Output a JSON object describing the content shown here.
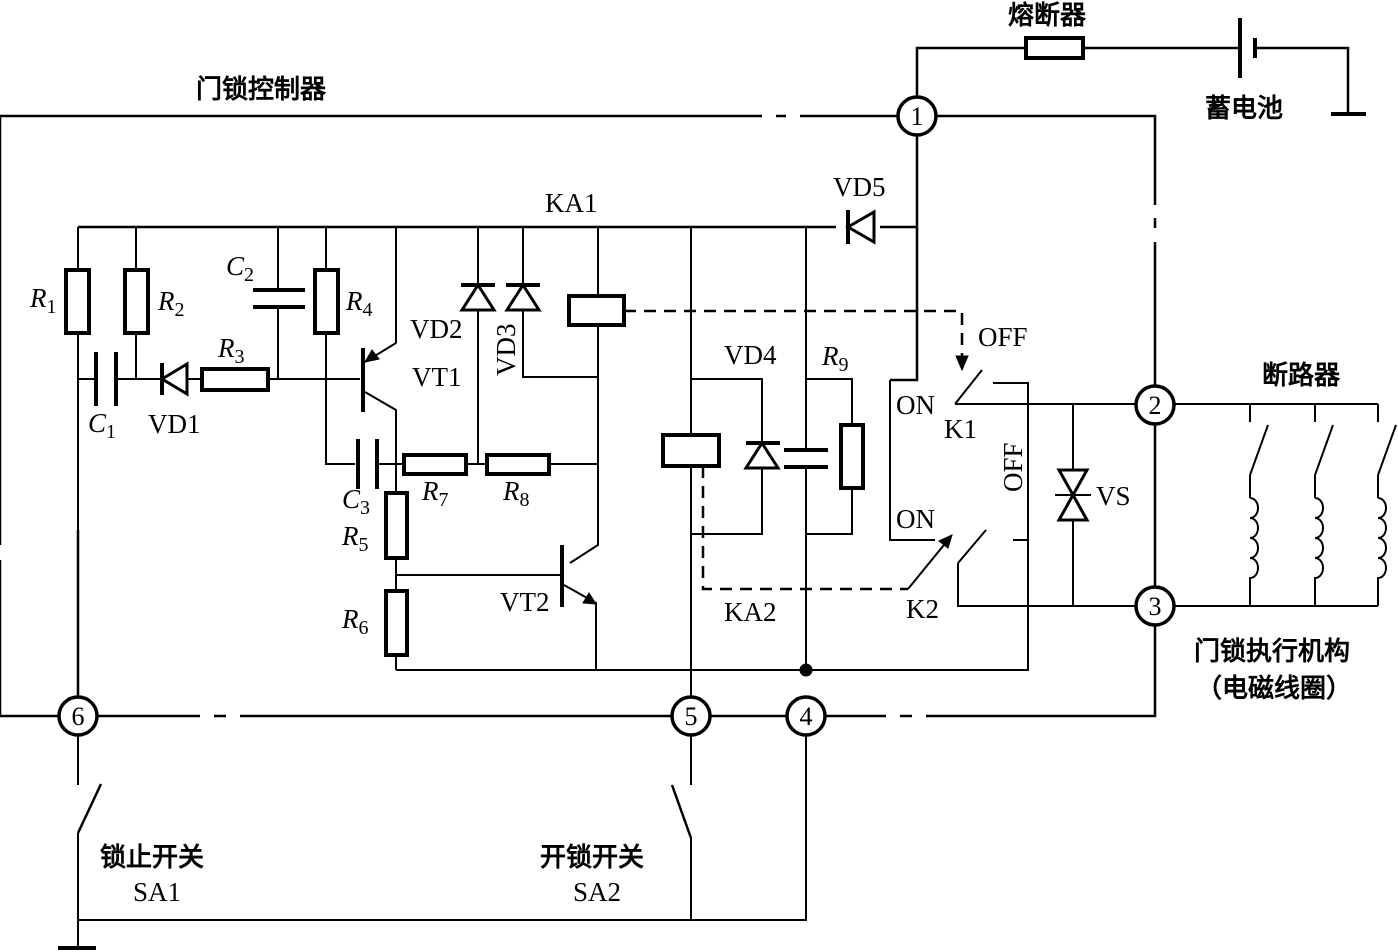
{
  "title": "门锁控制器",
  "power": {
    "fuse_label": "熔断器",
    "battery_label": "蓄电池"
  },
  "terminals": [
    "1",
    "2",
    "3",
    "4",
    "5",
    "6"
  ],
  "resistors": [
    {
      "letter": "R",
      "sub": "1"
    },
    {
      "letter": "R",
      "sub": "2"
    },
    {
      "letter": "R",
      "sub": "3"
    },
    {
      "letter": "R",
      "sub": "4"
    },
    {
      "letter": "R",
      "sub": "5"
    },
    {
      "letter": "R",
      "sub": "6"
    },
    {
      "letter": "R",
      "sub": "7"
    },
    {
      "letter": "R",
      "sub": "8"
    },
    {
      "letter": "R",
      "sub": "9"
    }
  ],
  "capacitors": [
    {
      "letter": "C",
      "sub": "1"
    },
    {
      "letter": "C",
      "sub": "2"
    },
    {
      "letter": "C",
      "sub": "3"
    }
  ],
  "diodes": [
    "VD1",
    "VD2",
    "VD3",
    "VD4",
    "VD5"
  ],
  "transistors": [
    "VT1",
    "VT2"
  ],
  "relays": [
    "KA1",
    "KA2"
  ],
  "contacts": {
    "k1": "K1",
    "k2": "K2",
    "on": "ON",
    "off": "OFF"
  },
  "thyristor": "VS",
  "breaker_label": "断路器",
  "actuator": {
    "line1": "门锁执行机构",
    "line2": "（电磁线圈）"
  },
  "switches": {
    "sa1_name": "锁止开关",
    "sa1_code": "SA1",
    "sa2_name": "开锁开关",
    "sa2_code": "SA2"
  }
}
